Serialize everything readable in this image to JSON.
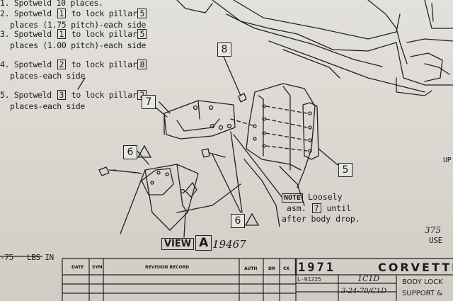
{
  "instructions": {
    "line1": {
      "num": "1.",
      "text": "Spotweld 10 places."
    },
    "line2": {
      "num": "2.",
      "pre": "Spotweld",
      "box1": "1",
      "mid": "to lock pillar",
      "box2": "5"
    },
    "line2b": "places (1.75 pitch)-each side",
    "line3": {
      "num": "3.",
      "pre": "Spotweld",
      "box1": "1",
      "mid": "to lock pillar",
      "box2": "5"
    },
    "line3b": "places (1.00 pitch)-each side",
    "line4": {
      "num": "4.",
      "pre": "Spotweld",
      "box1": "2",
      "mid": "to lock pillar",
      "box2": "8"
    },
    "line4b": "places-each side",
    "line5": {
      "num": "5.",
      "pre": "Spotweld",
      "box1": "3",
      "mid": "to lock pillar",
      "box2": "2"
    },
    "line5b": "places-each side"
  },
  "callouts": {
    "c8": "8",
    "c7": "7",
    "c6a": "6",
    "c5": "5",
    "c6b": "6"
  },
  "note": {
    "tag": "NOTE",
    "line1": "Loosely",
    "line2_pre": "asm.",
    "line2_box": "7",
    "line2_post": "until",
    "line3": "after body drop."
  },
  "view": {
    "word": "VIEW",
    "letter": "A"
  },
  "handwritten": {
    "view_num": "19467",
    "right_num": "375",
    "right_use": "USE",
    "left_margin": "-75",
    "lbs": "LBS IN"
  },
  "title_block": {
    "date": "DATE",
    "sym": "SYM",
    "revision": "REVISION RECORD",
    "auth": "AUTH",
    "dr": "DR",
    "ck": "CK",
    "year": "1971",
    "model": "CORVETTE",
    "entry1": "L-91225",
    "entry2": "1C1D",
    "entry3": "3-24-70/C1D",
    "desc1": "BODY LOCK",
    "desc2": "SUPPORT &"
  },
  "right_edge": {
    "up": "UP"
  }
}
